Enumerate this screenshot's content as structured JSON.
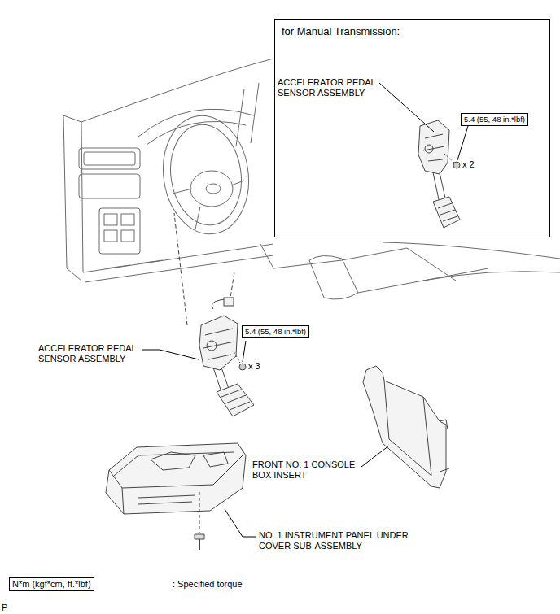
{
  "diagram": {
    "nodes": [
      {
        "text": [
          "for Manual Transmission:"
        ]
      },
      {
        "text": [
          "5.4 (55, 48 in.*lbf)"
        ],
        "in": 0
      },
      {
        "text": [
          "5.4 (55, 48 in.*lbf)"
        ]
      },
      {
        "text": [
          "N*m (kgf*cm, ft.*lbf)"
        ]
      }
    ],
    "labels": [
      "ACCELERATOR PEDAL SENSOR ASSEMBLY",
      "x 2",
      "ACCELERATOR PEDAL SENSOR ASSEMBLY",
      "x 3",
      "FRONT NO. 1 CONSOLE BOX INSERT",
      "NO. 1 INSTRUMENT PANEL UNDER COVER SUB-ASSEMBLY",
      ": Specified torque",
      "P"
    ]
  }
}
